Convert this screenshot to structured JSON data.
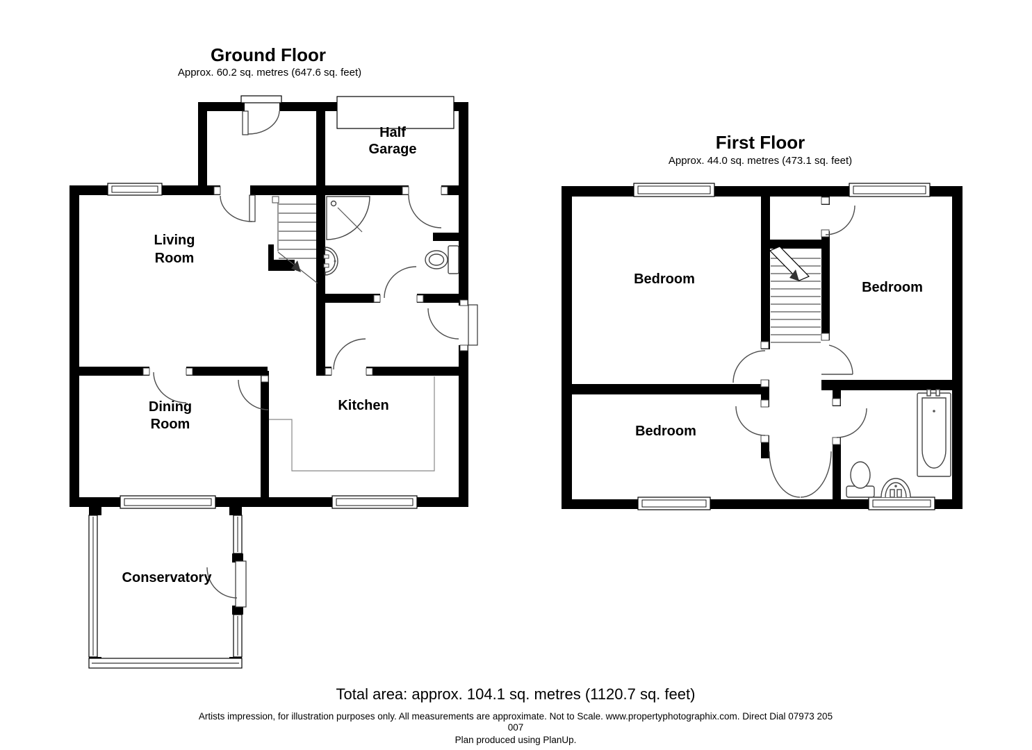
{
  "page": {
    "background": "#ffffff",
    "wall_color": "#000000",
    "line_color": "#4d4d4d"
  },
  "ground_floor": {
    "title": "Ground Floor",
    "subtitle": "Approx. 60.2 sq. metres (647.6 sq. feet)",
    "rooms": {
      "living_room": [
        "Living",
        "Room"
      ],
      "dining_room": [
        "Dining",
        "Room"
      ],
      "kitchen": "Kitchen",
      "half_garage": [
        "Half",
        "Garage"
      ],
      "conservatory": "Conservatory"
    }
  },
  "first_floor": {
    "title": "First Floor",
    "subtitle": "Approx. 44.0 sq. metres (473.1 sq. feet)",
    "rooms": {
      "bedroom_top_left": "Bedroom",
      "bedroom_top_right": "Bedroom",
      "bedroom_bottom_left": "Bedroom"
    }
  },
  "footer": {
    "total_area": "Total area: approx. 104.1 sq. metres (1120.7 sq. feet)",
    "disclaimer_line1": "Artists impression, for illustration purposes only. All measurements are approximate. Not to Scale. www.propertyphotographix.com. Direct Dial 07973 205",
    "disclaimer_line2": "007",
    "produced_by": "Plan produced using PlanUp."
  }
}
